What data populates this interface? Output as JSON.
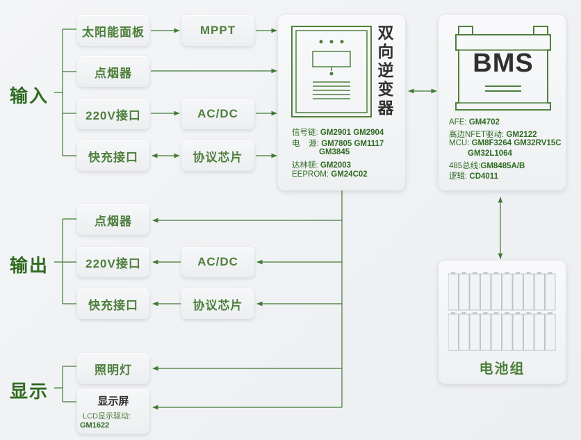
{
  "sections": {
    "input": "输入",
    "output": "输出",
    "display": "显示"
  },
  "input_boxes": {
    "solar": "太阳能面板",
    "mppt": "MPPT",
    "lighter_in": "点烟器",
    "ac220_in": "220V接口",
    "acdc_in": "AC/DC",
    "fast_in": "快充接口",
    "protocol_in": "协议芯片"
  },
  "output_boxes": {
    "lighter_out": "点烟器",
    "ac220_out": "220V接口",
    "acdc_out": "AC/DC",
    "fast_out": "快充接口",
    "protocol_out": "协议芯片"
  },
  "display_boxes": {
    "light": "照明灯",
    "screen": "显示屏",
    "screen_sub1": "LCD显示驱动:",
    "screen_sub2": "GM1622"
  },
  "inverter": {
    "title": [
      "双",
      "向",
      "逆",
      "变",
      "器"
    ],
    "lines": [
      {
        "label": "信号链:",
        "value": "GM2901   GM2904"
      },
      {
        "label": "电    源:",
        "value": "GM7805   GM1117"
      },
      {
        "label": "",
        "value": "GM3845"
      },
      {
        "label": "达林顿:",
        "value": "GM2003"
      },
      {
        "label": "EEPROM:",
        "value": "GM24C02"
      }
    ]
  },
  "bms": {
    "title": "BMS",
    "lines": [
      {
        "label": "AFE:",
        "value": "GM4702"
      },
      {
        "label": "高边NFET驱动:",
        "value": "GM2122"
      },
      {
        "label": "MCU:",
        "value": "GM8F3264  GM32RV15C"
      },
      {
        "label": "",
        "value": "GM32L1064"
      },
      {
        "label": "485总线:",
        "value": "GM8485A/B"
      },
      {
        "label": "逻辑:",
        "value": "CD4011"
      }
    ]
  },
  "battery": {
    "label": "电池组"
  },
  "colors": {
    "accent": "#4e7f3c",
    "dark_green": "#2f6b21",
    "line": "#3f7a33"
  }
}
